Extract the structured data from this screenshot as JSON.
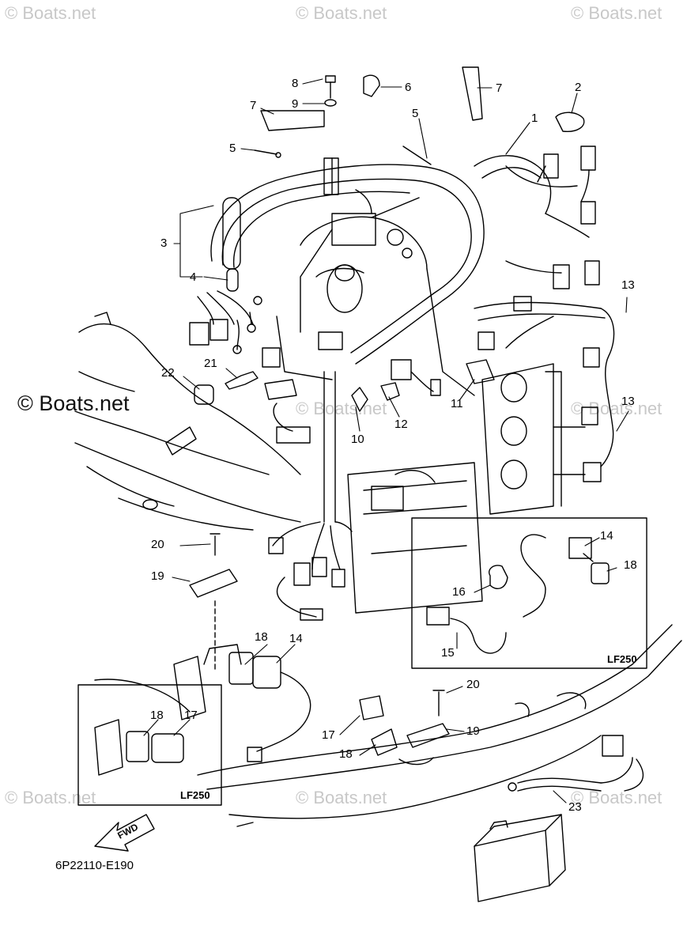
{
  "watermarks": {
    "top_left": "© Boats.net",
    "top_center": "© Boats.net",
    "top_right": "© Boats.net",
    "mid_left": "© Boats.net",
    "mid_center": "© Boats.net",
    "mid_right": "© Boats.net",
    "bot_left": "© Boats.net",
    "bot_center": "© Boats.net",
    "bot_right": "© Boats.net"
  },
  "callouts": {
    "c1": "1",
    "c2": "2",
    "c3": "3",
    "c4": "4",
    "c5a": "5",
    "c5b": "5",
    "c6": "6",
    "c7a": "7",
    "c7b": "7",
    "c8": "8",
    "c9": "9",
    "c10": "10",
    "c11": "11",
    "c12": "12",
    "c13a": "13",
    "c13b": "13",
    "c14a": "14",
    "c14b": "14",
    "c15": "15",
    "c16": "16",
    "c17a": "17",
    "c17b": "17",
    "c18a": "18",
    "c18b": "18",
    "c18c": "18",
    "c18d": "18",
    "c19a": "19",
    "c19b": "19",
    "c20a": "20",
    "c20b": "20",
    "c21": "21",
    "c22": "22",
    "c23": "23"
  },
  "insets": {
    "right_title": "LF250",
    "left_title": "LF250"
  },
  "fwd_label": "FWD",
  "diagram_code": "6P22110-E190"
}
